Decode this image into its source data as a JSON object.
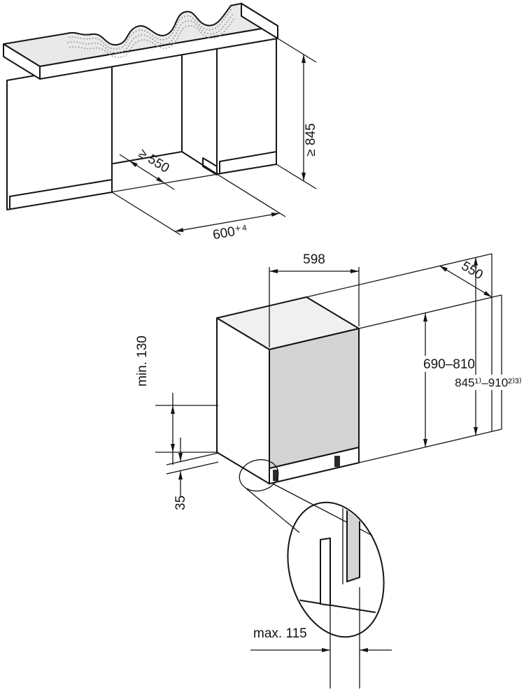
{
  "labels": {
    "niche_height": "≥ 845",
    "niche_depth": "≥ 550",
    "niche_width": "600⁺⁴",
    "appliance_width": "598",
    "appliance_depth": "550",
    "appliance_height_range": "690–810",
    "appliance_total_height": "845¹⁾–910²⁾³⁾",
    "door_bottom_clearance": "min. 130",
    "front_offset": "35",
    "plinth_recess_max": "max. 115"
  },
  "colors": {
    "line": "#141414",
    "counter_top": "#e9e9e9",
    "door": "#d4d4d4",
    "appliance_top": "#f0f0f0",
    "background": "#ffffff"
  }
}
